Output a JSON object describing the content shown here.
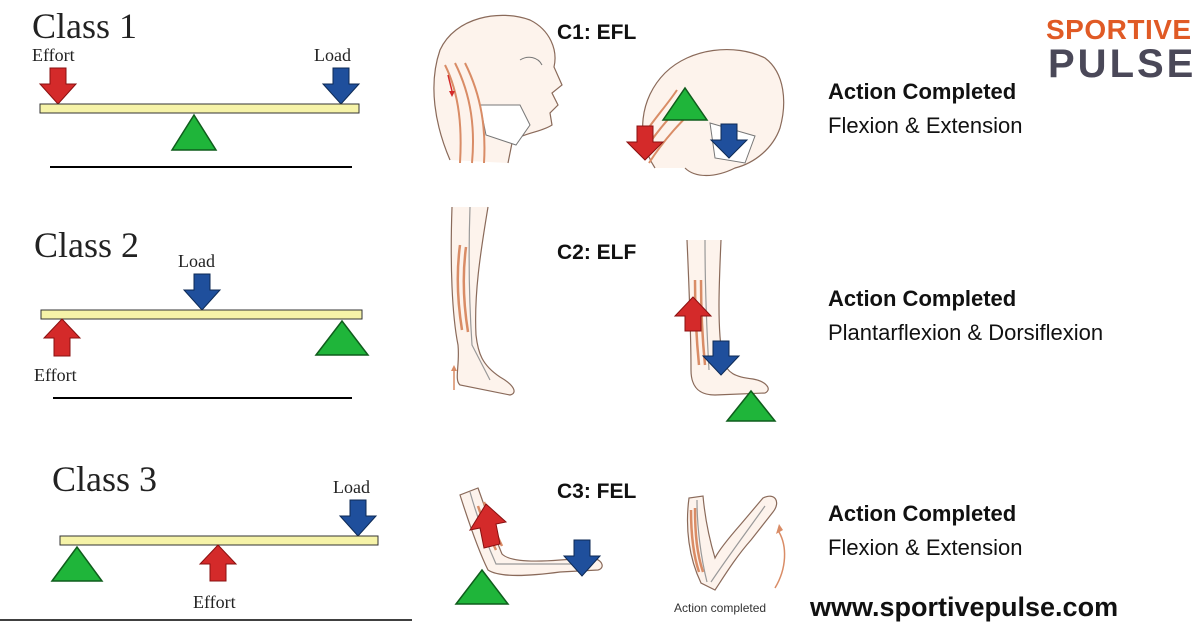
{
  "colors": {
    "effort": "#d42a2a",
    "load": "#1f4f9c",
    "fulcrum": "#1fb53a",
    "lever_bar": "#f6f3a8",
    "muscle": "#d98c66",
    "brand_orange": "#e05a25",
    "brand_dark": "#4a4858"
  },
  "brand": {
    "line1": "SPORTIVE",
    "line2": "PULSE"
  },
  "rows": [
    {
      "class_label": "Class 1",
      "effort_label": "Effort",
      "load_label": "Load",
      "code": "C1: EFL",
      "action_title": "Action Completed",
      "action_desc": "Flexion & Extension"
    },
    {
      "class_label": "Class 2",
      "effort_label": "Effort",
      "load_label": "Load",
      "code": "C2: ELF",
      "action_title": "Action Completed",
      "action_desc": "Plantarflexion & Dorsiflexion"
    },
    {
      "class_label": "Class 3",
      "effort_label": "Effort",
      "load_label": "Load",
      "code": "C3: FEL",
      "action_title": "Action Completed",
      "action_desc": "Flexion & Extension",
      "anatomy_caption": "Action completed"
    }
  ],
  "website": "www.sportivepulse.com",
  "icons": [
    "effort-arrow-icon",
    "load-arrow-icon",
    "fulcrum-triangle-icon",
    "head-neck-icon",
    "leg-foot-icon",
    "arm-elbow-icon",
    "curved-motion-arrow-icon"
  ]
}
